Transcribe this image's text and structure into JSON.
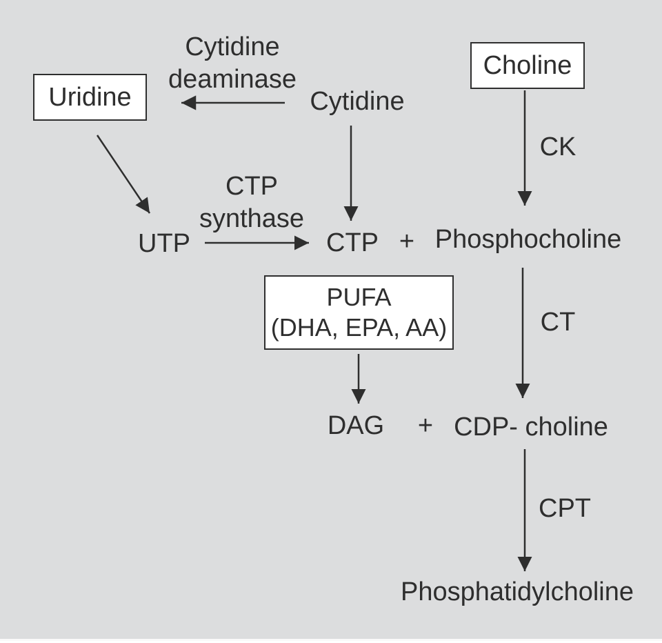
{
  "figure": {
    "background": "#dcddde",
    "text_color": "#2e2e2e",
    "box_fill": "#ffffff",
    "box_border": "#2e2e2e"
  },
  "boxes": {
    "uridine": {
      "label": "Uridine"
    },
    "choline": {
      "label": "Choline"
    },
    "pufa": {
      "line1": "PUFA",
      "line2": "(DHA, EPA, AA)"
    }
  },
  "metabolites": {
    "cytidine": "Cytidine",
    "utp": "UTP",
    "ctp": "CTP",
    "plus_top": "+",
    "phosphocholine": "Phosphocholine",
    "dag": "DAG",
    "plus_bottom": "+",
    "cdp_choline": "CDP- choline",
    "phosphatidylcholine": "Phosphatidylcholine"
  },
  "enzymes": {
    "cytidine_deaminase_line1": "Cytidine",
    "cytidine_deaminase_line2": "deaminase",
    "ctp_synthase_line1": "CTP",
    "ctp_synthase_line2": "synthase",
    "ck": "CK",
    "ct": "CT",
    "cpt": "CPT"
  }
}
